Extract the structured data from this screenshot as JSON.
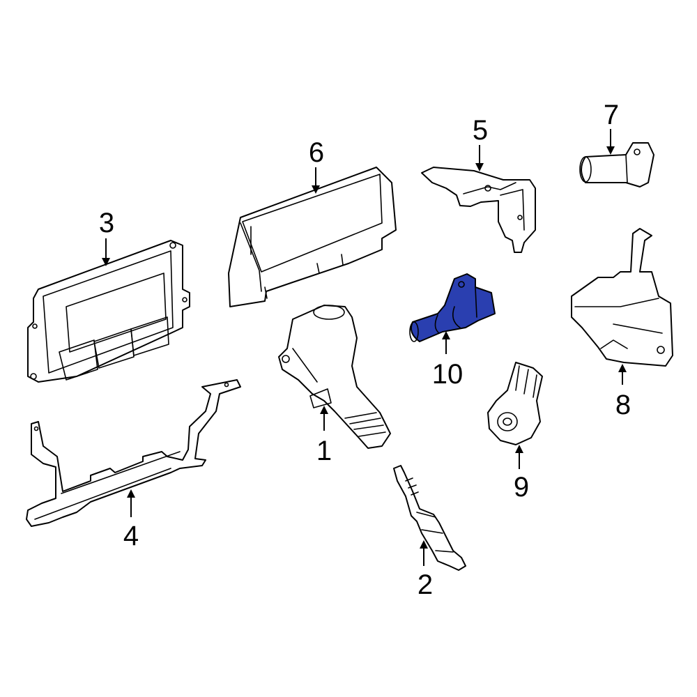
{
  "diagram": {
    "highlight_color": "#2a3fb0",
    "callouts": [
      {
        "id": "1",
        "label": "1"
      },
      {
        "id": "2",
        "label": "2"
      },
      {
        "id": "3",
        "label": "3"
      },
      {
        "id": "4",
        "label": "4"
      },
      {
        "id": "5",
        "label": "5"
      },
      {
        "id": "6",
        "label": "6"
      },
      {
        "id": "7",
        "label": "7"
      },
      {
        "id": "8",
        "label": "8"
      },
      {
        "id": "9",
        "label": "9"
      },
      {
        "id": "10",
        "label": "10",
        "highlighted": true
      }
    ]
  }
}
